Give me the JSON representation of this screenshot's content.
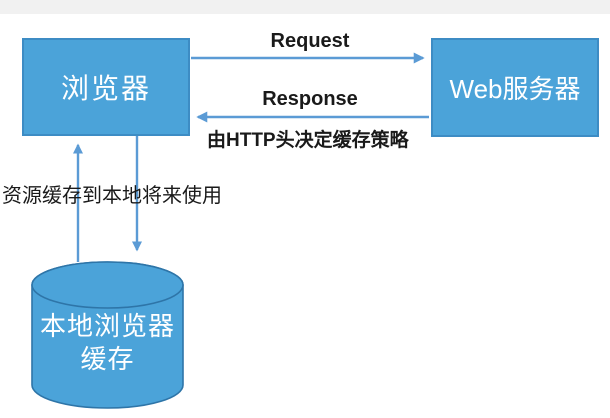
{
  "diagram": {
    "title": "browser-http-cache-flow",
    "nodes": {
      "browser": {
        "label": "浏览器"
      },
      "web_server": {
        "label": "Web服务器"
      },
      "local_cache": {
        "label_line1": "本地浏览器",
        "label_line2": "缓存"
      }
    },
    "edges": {
      "request": {
        "label": "Request",
        "from": "browser",
        "to": "web_server"
      },
      "response": {
        "label": "Response",
        "from": "web_server",
        "to": "browser"
      },
      "store_to_cache": {
        "from": "browser",
        "to": "local_cache"
      },
      "read_from_cache": {
        "from": "local_cache",
        "to": "browser"
      }
    },
    "annotations": {
      "http_note": "由HTTP头决定缓存策略",
      "resource_note": "资源缓存到本地将来使用"
    },
    "colors": {
      "node_fill": "#4ba3d9",
      "node_border": "#3d8cc4",
      "cylinder_fill": "#4ba3d9",
      "cylinder_stroke": "#2e75a8",
      "arrow": "#5b9bd5",
      "node_text": "#ffffff",
      "annotation_text": "#1a1a1a",
      "top_strip": "#f1f1f1",
      "background": "#ffffff"
    }
  }
}
